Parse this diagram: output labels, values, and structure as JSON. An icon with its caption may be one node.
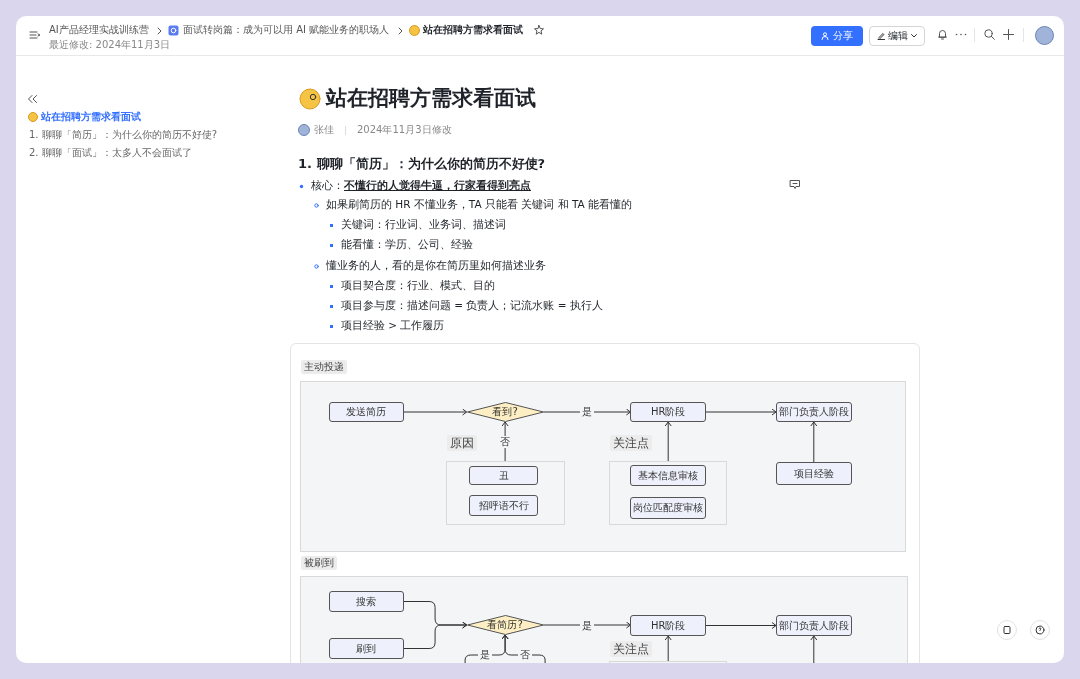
{
  "diagram": {
    "title": "站在招聘方需求看面试",
    "nodes": [
      {
        "text": [
          "主动投递"
        ]
      },
      {
        "text": [
          "发送简历"
        ],
        "in": 0
      },
      {
        "text": [
          "看到?"
        ],
        "in": 0
      },
      {
        "text": [
          "HR阶段"
        ],
        "in": 0
      },
      {
        "text": [
          "部门负责人阶段"
        ],
        "in": 0
      },
      {
        "text": [
          "原因"
        ],
        "in": 0
      },
      {
        "text": [
          "丑"
        ],
        "in": 5
      },
      {
        "text": [
          "招呼语不行"
        ],
        "in": 5
      },
      {
        "text": [
          "关注点"
        ],
        "in": 0
      },
      {
        "text": [
          "基本信息审核"
        ],
        "in": 8
      },
      {
        "text": [
          "岗位匹配度审核"
        ],
        "in": 8
      },
      {
        "text": [
          "项目经验"
        ],
        "in": 0
      },
      {
        "text": [
          "被刷到"
        ]
      },
      {
        "text": [
          "搜索"
        ],
        "in": 12
      },
      {
        "text": [
          "刷到"
        ],
        "in": 12
      },
      {
        "text": [
          "看简历?"
        ],
        "in": 12
      },
      {
        "text": [
          "HR阶段"
        ],
        "in": 12
      },
      {
        "text": [
          "部门负责人阶段"
        ],
        "in": 12
      },
      {
        "text": [
          "关注点"
        ],
        "in": 12
      }
    ],
    "edges": [
      {
        "from": 1,
        "to": 2,
        "arrow": "to"
      },
      {
        "from": 2,
        "to": 3,
        "arrow": "to",
        "label": "是"
      },
      {
        "from": 3,
        "to": 4,
        "arrow": "to"
      },
      {
        "from": 5,
        "to": 2,
        "arrow": "to",
        "label": "否"
      },
      {
        "from": 8,
        "to": 3,
        "arrow": "to"
      },
      {
        "from": 11,
        "to": 4,
        "arrow": "to"
      },
      {
        "from": 13,
        "to": 15,
        "arrow": "to"
      },
      {
        "from": 14,
        "to": 15,
        "arrow": "to"
      },
      {
        "from": 15,
        "to": 16,
        "arrow": "to",
        "label": "是"
      },
      {
        "from": 16,
        "to": 17,
        "arrow": "to"
      },
      {
        "from": null,
        "to": 15,
        "arrow": "to",
        "label": "是"
      },
      {
        "from": null,
        "to": 15,
        "arrow": "to",
        "label": "否"
      },
      {
        "from": 18,
        "to": 16,
        "arrow": "to"
      },
      {
        "from": null,
        "to": 17,
        "arrow": "to"
      }
    ],
    "labels": [
      "AI产品经理实战训练营",
      "面试转岗篇：成为可以用 AI 赋能业务的职场人",
      "站在招聘方需求看面试",
      "最近修改: 2024年11月3日",
      "分享",
      "编辑",
      "站在招聘方需求看面试",
      "1. 聊聊「简历」：为什么你的简历不好使?",
      "2. 聊聊「面试」：太多人不会面试了",
      "张佳",
      "2024年11月3日修改",
      "1. 聊聊「简历」：为什么你的简历不好使?",
      "核心：**不懂行的人觉得牛逼，行家看得到亮点**",
      "如果刷简历的 HR 不懂业务，TA 只能看 关键词 和 TA 能看懂的",
      "关键词：行业词、业务词、描述词",
      "能看懂：学历、公司、经验",
      "懂业务的人，看的是你在简历里如何描述业务",
      "项目契合度：行业、模式、目的",
      "项目参与度：描述问题 = 负责人；记流水账 = 执行人",
      "项目经验 > 工作履历"
    ]
  }
}
